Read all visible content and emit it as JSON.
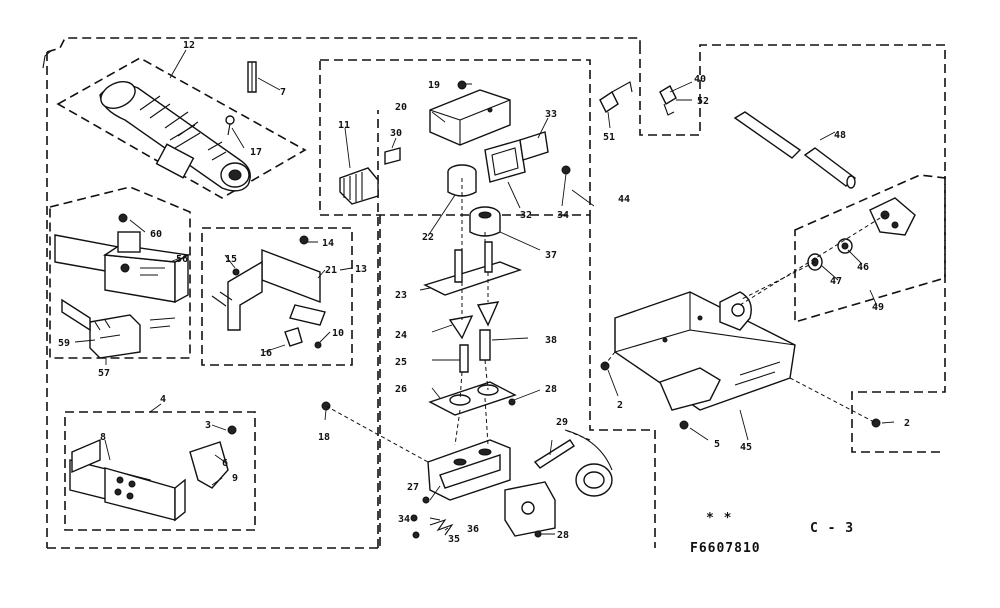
{
  "diagram": {
    "drawing_code": "F6607810",
    "sheet": "C - 3",
    "marks": "* *",
    "callouts": [
      "12",
      "7",
      "17",
      "19",
      "20",
      "11",
      "30",
      "33",
      "32",
      "34",
      "22",
      "37",
      "23",
      "24",
      "25",
      "26",
      "38",
      "28",
      "27",
      "35",
      "36",
      "29",
      "44",
      "40",
      "52",
      "51",
      "48",
      "47",
      "46",
      "49",
      "45",
      "2",
      "5",
      "60",
      "56",
      "14",
      "15",
      "13",
      "21",
      "16",
      "10",
      "59",
      "57",
      "4",
      "3",
      "8",
      "9",
      "18",
      "6"
    ]
  }
}
